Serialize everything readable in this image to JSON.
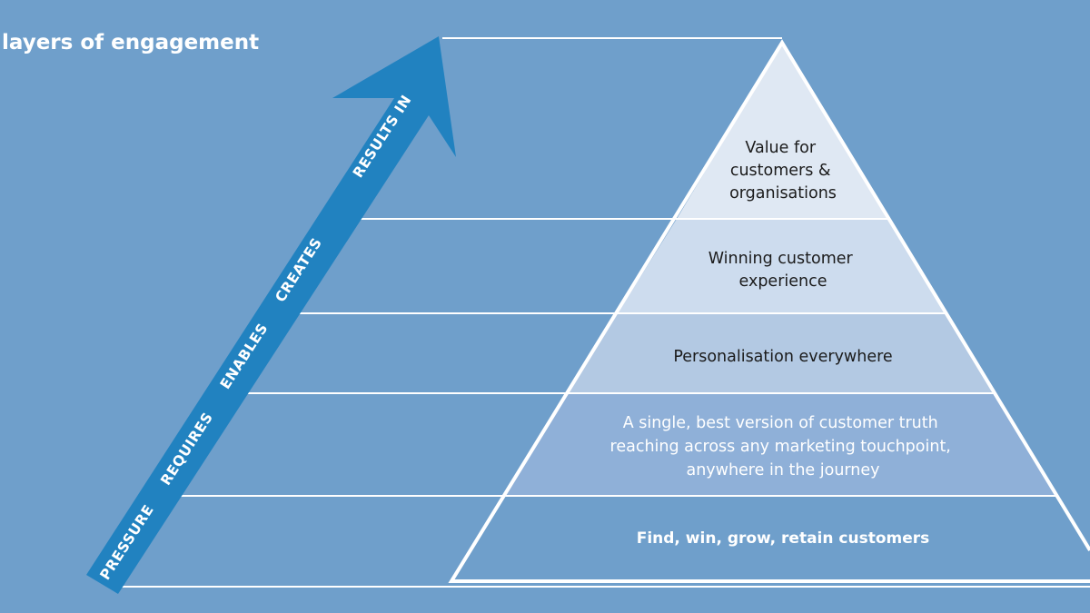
{
  "title": "layers of engagement",
  "colors": {
    "background": "#6f9fcb",
    "arrow": "#2182c0",
    "lines": "#ffffff",
    "tier_top": "#dfe8f3",
    "tier_2": "#cddcee",
    "tier_3": "#b3c9e3",
    "tier_4": "#8fb0d8",
    "tier_base": "#6f9fcb"
  },
  "arrow": {
    "icon": "upward-diagonal-arrow",
    "words": [
      "PRESSURE",
      "REQUIRES",
      "ENABLES",
      "CREATES",
      "RESULTS IN"
    ]
  },
  "pyramid": {
    "tiers": [
      {
        "lines": [
          "Value for",
          "customers &",
          "organisations"
        ]
      },
      {
        "lines": [
          "Winning customer",
          "experience"
        ]
      },
      {
        "lines": [
          "Personalisation everywhere"
        ]
      },
      {
        "lines": [
          "A single, best version of customer truth",
          "reaching across any marketing touchpoint,",
          "anywhere in the journey"
        ]
      },
      {
        "lines": [
          "Find, win, grow, retain customers"
        ]
      }
    ]
  }
}
